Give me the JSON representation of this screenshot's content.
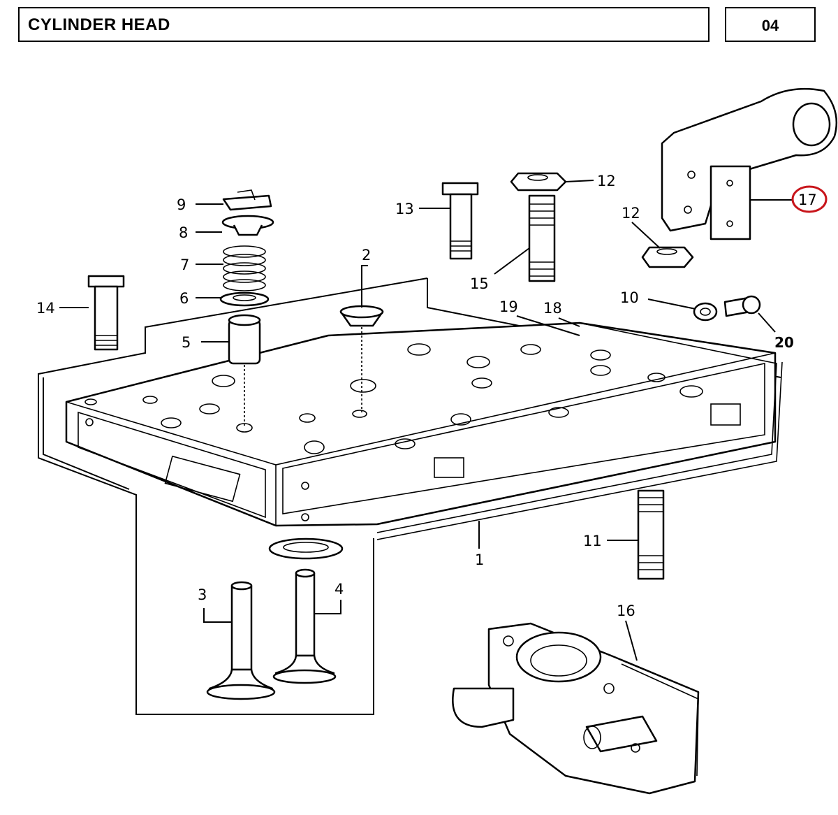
{
  "header": {
    "title": "CYLINDER HEAD",
    "page": "04"
  },
  "highlight_color": "#c8151b",
  "callouts": {
    "c1": "1",
    "c2": "2",
    "c3": "3",
    "c4": "4",
    "c5": "5",
    "c6": "6",
    "c7": "7",
    "c8": "8",
    "c9": "9",
    "c10": "10",
    "c11": "11",
    "c12a": "12",
    "c12b": "12",
    "c13": "13",
    "c14": "14",
    "c15": "15",
    "c16": "16",
    "c17": "17",
    "c18": "18",
    "c19": "19",
    "c20": "20"
  },
  "highlighted_part": "17"
}
